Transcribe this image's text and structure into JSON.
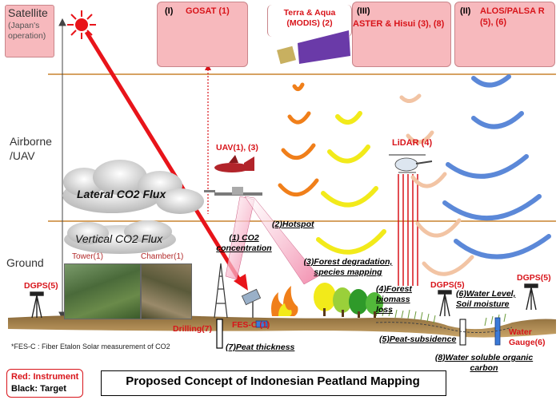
{
  "levels": {
    "satellite": "Satellite",
    "satellite_sub": "(Japan's operation)",
    "airborne": "Airborne /UAV",
    "ground": "Ground"
  },
  "satellites": [
    {
      "roman": "(I)",
      "name": "GOSAT (1)"
    },
    {
      "roman": "",
      "name": "Terra & Aqua (MODIS) (2)"
    },
    {
      "roman": "(III)",
      "name": "ASTER & Hisui (3), (8)"
    },
    {
      "roman": "(II)",
      "name": "ALOS/PALSA R (5), (6)"
    }
  ],
  "instruments": {
    "uav": "UAV(1), (3)",
    "lidar": "LiDAR (4)",
    "tower": "Tower(1)",
    "chamber": "Chamber(1)",
    "dgps_left": "DGPS(5)",
    "dgps_mid": "DGPS(5)",
    "dgps_right": "DGPS(5)",
    "drilling": "Drilling(7)",
    "fesc": "FES-C (1)",
    "water_gauge": "Water Gauge(6)"
  },
  "targets": {
    "lateral_flux": "Lateral CO2 Flux",
    "vertical_flux": "Vertical CO2 Flux",
    "co2_conc": "(1) CO2 concentration",
    "hotspot": "(2)Hotspot",
    "forest_degradation": "(3)Forest degradation, species mapping",
    "biomass": "(4)Forest biomass loss",
    "subsidence": "(5)Peat-subsidence",
    "water_level": "(6)Water Level, Soil moisture",
    "peat_thickness": "(7)Peat thickness",
    "doc": "(8)Water soluble organic carbon"
  },
  "footnote": "*FES-C : Fiber Etalon Solar measurement of CO2",
  "legend": {
    "red": "Red: Instrument",
    "black": "Black: Target"
  },
  "title": "Proposed Concept of Indonesian Peatland Mapping",
  "colors": {
    "satellite_box": "#f7b9bd",
    "instrument_red": "#d8141a",
    "level_line": "#c8842f",
    "orange_arcs": "#f07f1a",
    "yellow_arcs": "#f2ea1a",
    "peach_arcs": "#f2c4a4",
    "blue_arcs": "#5b88d8"
  }
}
